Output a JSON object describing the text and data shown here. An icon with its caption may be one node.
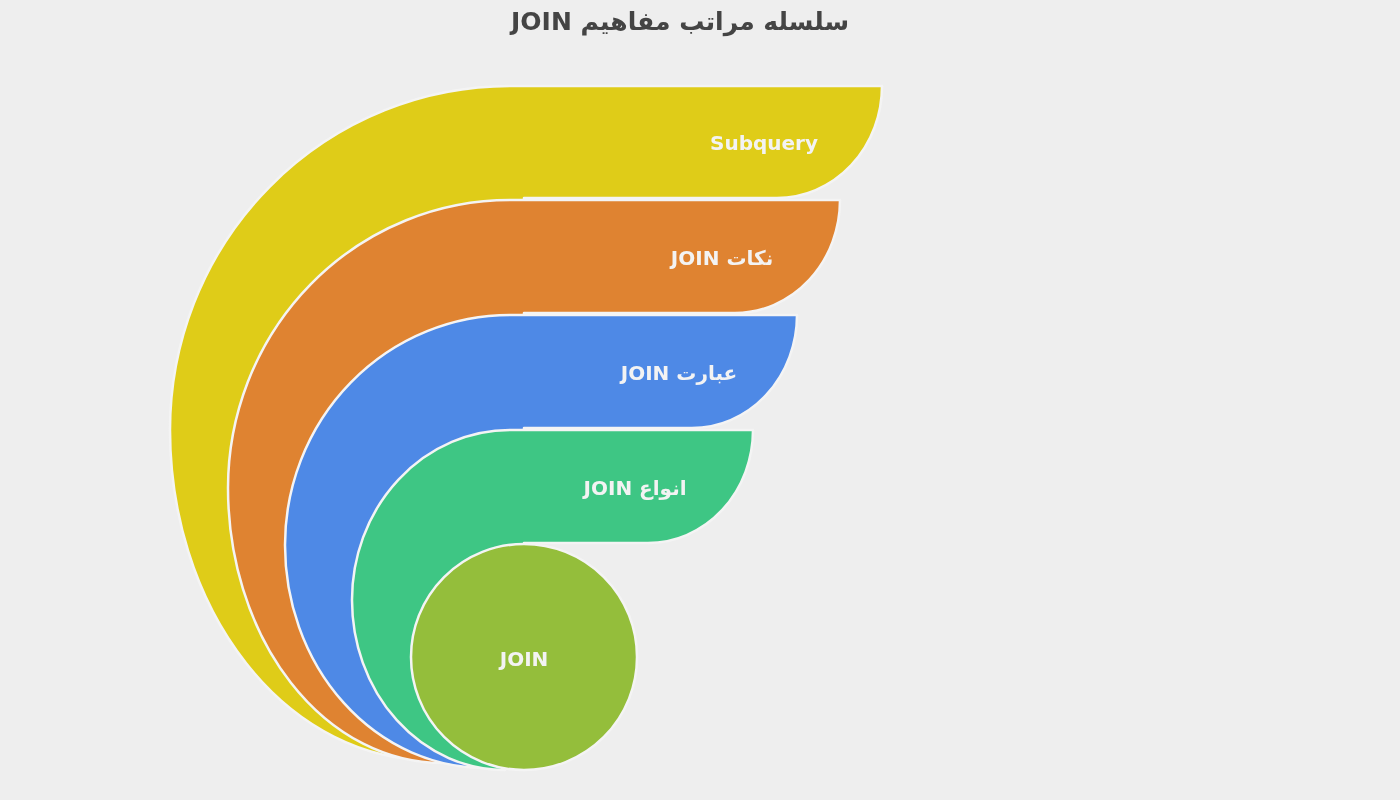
{
  "diagram": {
    "title": "سلسله مراتب مفاهیم JOIN",
    "nodes": [
      {
        "text": [
          "Subquery"
        ]
      },
      {
        "text": [
          "نکات JOIN"
        ]
      },
      {
        "text": [
          "عبارت JOIN"
        ]
      },
      {
        "text": [
          "انواع JOIN"
        ]
      },
      {
        "text": [
          "JOIN"
        ]
      }
    ]
  }
}
